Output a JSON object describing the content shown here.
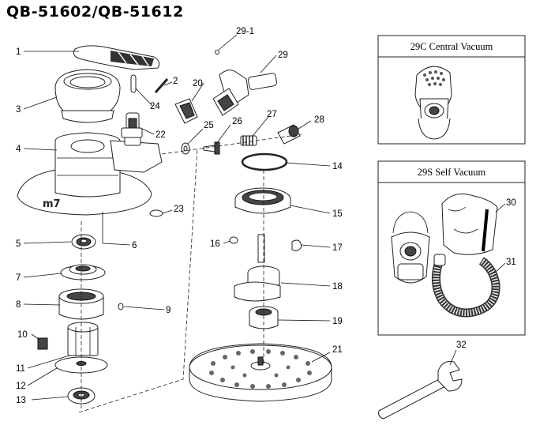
{
  "title": "QB-51602/QB-51612",
  "boxes": {
    "central": {
      "title": "29C Central Vacuum"
    },
    "self": {
      "title": "29S Self Vacuum"
    }
  },
  "labels": [
    "1",
    "2",
    "3",
    "4",
    "5",
    "6",
    "7",
    "8",
    "9",
    "10",
    "11",
    "12",
    "13",
    "14",
    "15",
    "16",
    "17",
    "18",
    "19",
    "20",
    "21",
    "22",
    "23",
    "24",
    "25",
    "26",
    "27",
    "28",
    "29",
    "29-1",
    "30",
    "31",
    "32"
  ],
  "logo_text": "m7"
}
